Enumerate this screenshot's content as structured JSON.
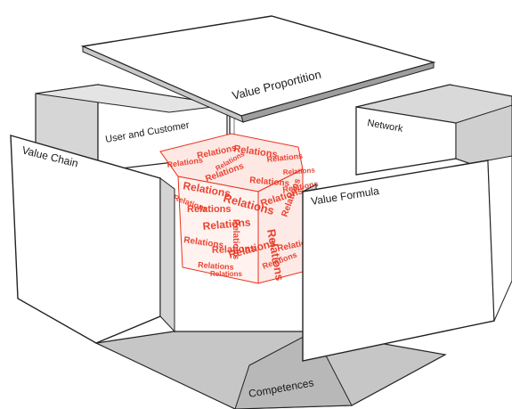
{
  "panels": {
    "top": "Value Proportition",
    "back_left": "User and Customer",
    "back_right": "Network",
    "front_left": "Value Chain",
    "front_right": "Value Formula",
    "bottom": "Competences"
  },
  "cube": {
    "word": "Relations",
    "color": "#e8321e"
  },
  "colors": {
    "panel_outline": "#222222",
    "panel_face": "#ffffff",
    "panel_side": "#d9d9d9",
    "panel_shadow": "#bdbdbd"
  }
}
